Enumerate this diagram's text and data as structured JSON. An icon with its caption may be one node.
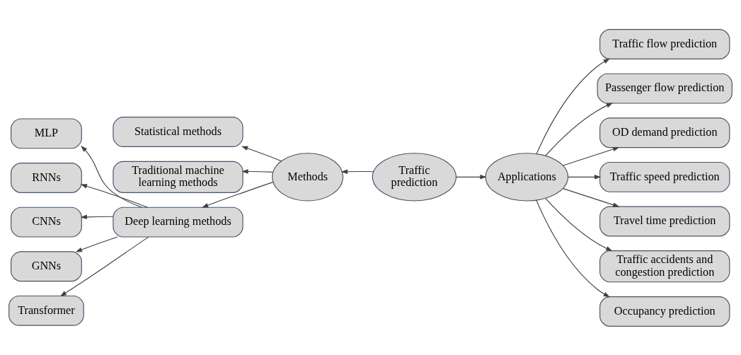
{
  "diagram": {
    "nodes": [
      {
        "text": [
          "Traffic prediction"
        ]
      },
      {
        "text": [
          "Methods"
        ]
      },
      {
        "text": [
          "Applications"
        ]
      },
      {
        "text": [
          "Statistical methods"
        ]
      },
      {
        "text": [
          "Traditional machine learning methods"
        ]
      },
      {
        "text": [
          "Deep learning methods"
        ]
      },
      {
        "text": [
          "MLP"
        ]
      },
      {
        "text": [
          "RNNs"
        ]
      },
      {
        "text": [
          "CNNs"
        ]
      },
      {
        "text": [
          "GNNs"
        ]
      },
      {
        "text": [
          "Transformer"
        ]
      },
      {
        "text": [
          "Traffic flow prediction"
        ]
      },
      {
        "text": [
          "Passenger flow prediction"
        ]
      },
      {
        "text": [
          "OD demand prediction"
        ]
      },
      {
        "text": [
          "Traffic speed prediction"
        ]
      },
      {
        "text": [
          "Travel time prediction"
        ]
      },
      {
        "text": [
          "Traffic accidents and congestion prediction"
        ]
      },
      {
        "text": [
          "Occupancy prediction"
        ]
      }
    ],
    "edges": [
      {
        "from": 0,
        "to": 1,
        "arrow": "to"
      },
      {
        "from": 0,
        "to": 2,
        "arrow": "to"
      },
      {
        "from": 1,
        "to": 3,
        "arrow": "to"
      },
      {
        "from": 1,
        "to": 4,
        "arrow": "to"
      },
      {
        "from": 1,
        "to": 5,
        "arrow": "to"
      },
      {
        "from": 5,
        "to": 6,
        "arrow": "to"
      },
      {
        "from": 5,
        "to": 7,
        "arrow": "to"
      },
      {
        "from": 5,
        "to": 8,
        "arrow": "to"
      },
      {
        "from": 5,
        "to": 9,
        "arrow": "to"
      },
      {
        "from": 5,
        "to": 10,
        "arrow": "to"
      },
      {
        "from": 2,
        "to": 11,
        "arrow": "to"
      },
      {
        "from": 2,
        "to": 12,
        "arrow": "to"
      },
      {
        "from": 2,
        "to": 13,
        "arrow": "to"
      },
      {
        "from": 2,
        "to": 14,
        "arrow": "to"
      },
      {
        "from": 2,
        "to": 15,
        "arrow": "to"
      },
      {
        "from": 2,
        "to": 16,
        "arrow": "to"
      },
      {
        "from": 2,
        "to": 17,
        "arrow": "to"
      }
    ]
  }
}
